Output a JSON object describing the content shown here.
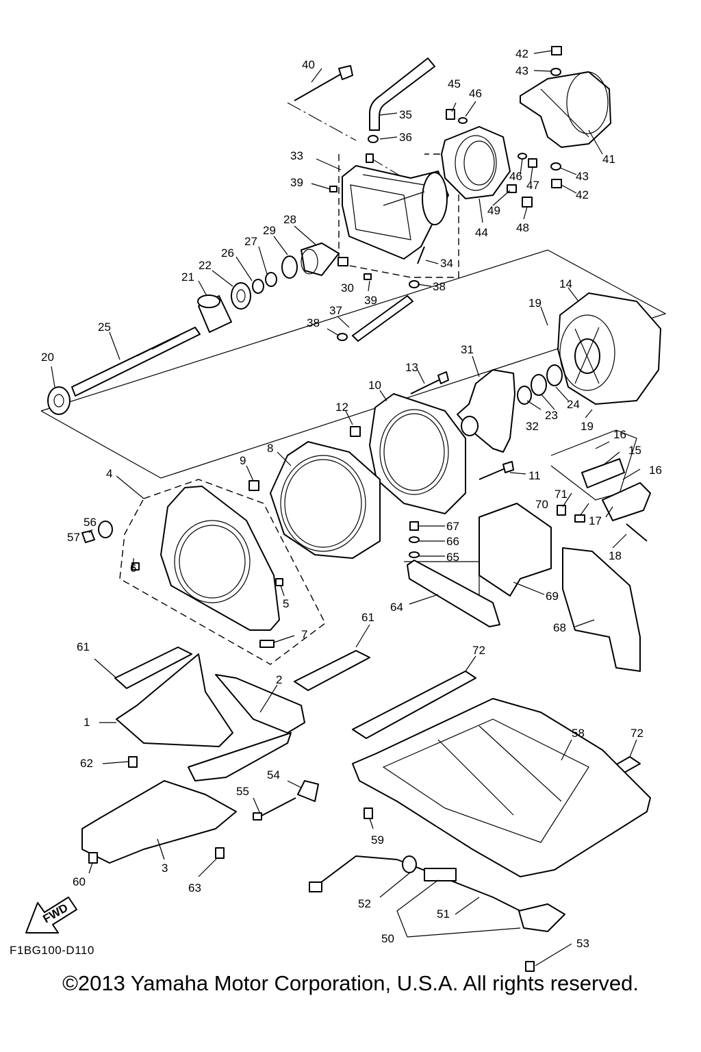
{
  "diagram_code": "F1BG100-D110",
  "copyright": "©2013 Yamaha Motor Corporation, U.S.A. All rights reserved.",
  "fwd_label": "FWD",
  "callouts": {
    "c1": "1",
    "c2": "2",
    "c3": "3",
    "c4": "4",
    "c5": "5",
    "c6": "6",
    "c7": "7",
    "c8": "8",
    "c9": "9",
    "c10": "10",
    "c11": "11",
    "c12": "12",
    "c13": "13",
    "c14": "14",
    "c15": "15",
    "c16a": "16",
    "c16b": "16",
    "c17": "17",
    "c18": "18",
    "c19a": "19",
    "c19b": "19",
    "c20": "20",
    "c21": "21",
    "c22": "22",
    "c23": "23",
    "c24": "24",
    "c25": "25",
    "c26": "26",
    "c27": "27",
    "c28": "28",
    "c29": "29",
    "c30": "30",
    "c31": "31",
    "c32": "32",
    "c33": "33",
    "c34": "34",
    "c35": "35",
    "c36": "36",
    "c37": "37",
    "c38a": "38",
    "c38b": "38",
    "c39a": "39",
    "c39b": "39",
    "c40": "40",
    "c41": "41",
    "c42a": "42",
    "c42b": "42",
    "c43a": "43",
    "c43b": "43",
    "c44": "44",
    "c45": "45",
    "c46a": "46",
    "c46b": "46",
    "c47": "47",
    "c48": "48",
    "c49": "49",
    "c50": "50",
    "c51": "51",
    "c52": "52",
    "c53": "53",
    "c54": "54",
    "c55": "55",
    "c56": "56",
    "c57": "57",
    "c58": "58",
    "c59": "59",
    "c60": "60",
    "c61a": "61",
    "c61b": "61",
    "c62": "62",
    "c63": "63",
    "c64": "64",
    "c65": "65",
    "c66": "66",
    "c67": "67",
    "c68": "68",
    "c69": "69",
    "c70": "70",
    "c71": "71",
    "c72a": "72",
    "c72b": "72"
  }
}
